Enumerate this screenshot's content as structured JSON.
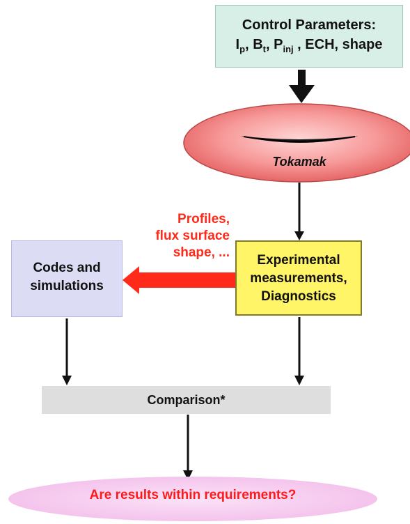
{
  "control": {
    "title": "Control Parameters:",
    "p1_main": "I",
    "p1_sub": "p",
    "sep1": ", ",
    "p2_main": "B",
    "p2_sub": "t",
    "sep2": ", ",
    "p3_main": "P",
    "p3_sub": "inj",
    "rest": " , ECH, shape"
  },
  "tokamak": {
    "label": "Tokamak"
  },
  "codes": {
    "line1": "Codes and",
    "line2": "simulations"
  },
  "experimental": {
    "line1": "Experimental",
    "line2": "measurements,",
    "line3": "Diagnostics"
  },
  "profiles": {
    "line1": "Profiles,",
    "line2": "flux surface",
    "line3": "shape, ..."
  },
  "comparison": {
    "label": "Comparison*"
  },
  "question": {
    "label": "Are results within requirements?"
  },
  "colors": {
    "control_fill": "#d7efe6",
    "tokamak_fill": "#f07a7a",
    "codes_fill": "#dcdcf4",
    "experimental_fill": "#fff566",
    "profiles_arrow": "#ff2a1a",
    "comparison_fill": "#dedede",
    "question_fill": "#f7c8f0",
    "question_text": "#ff1a1a"
  }
}
